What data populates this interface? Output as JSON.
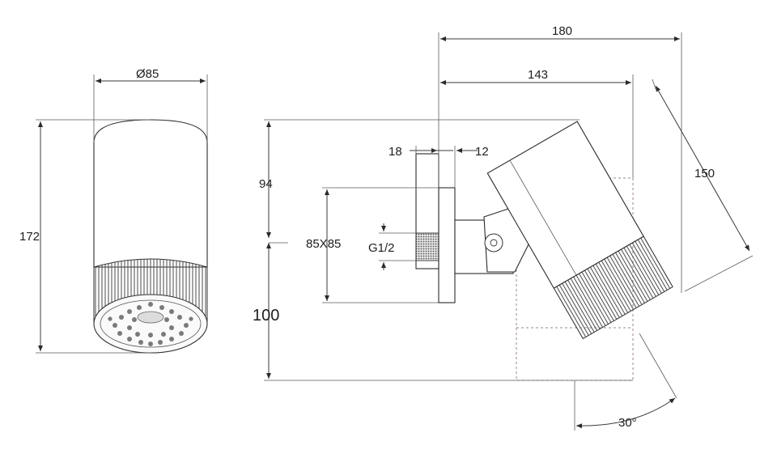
{
  "dimensions": {
    "front_diameter": "Ø85",
    "front_height": "172",
    "overall_width": "180",
    "body_reach": "143",
    "plate_thickness": "18",
    "stem_length": "12",
    "upper_height": "94",
    "plate_size": "85X85",
    "thread": "G1/2",
    "lower_height": "100",
    "body_length": "150",
    "tilt_angle": "30°"
  }
}
